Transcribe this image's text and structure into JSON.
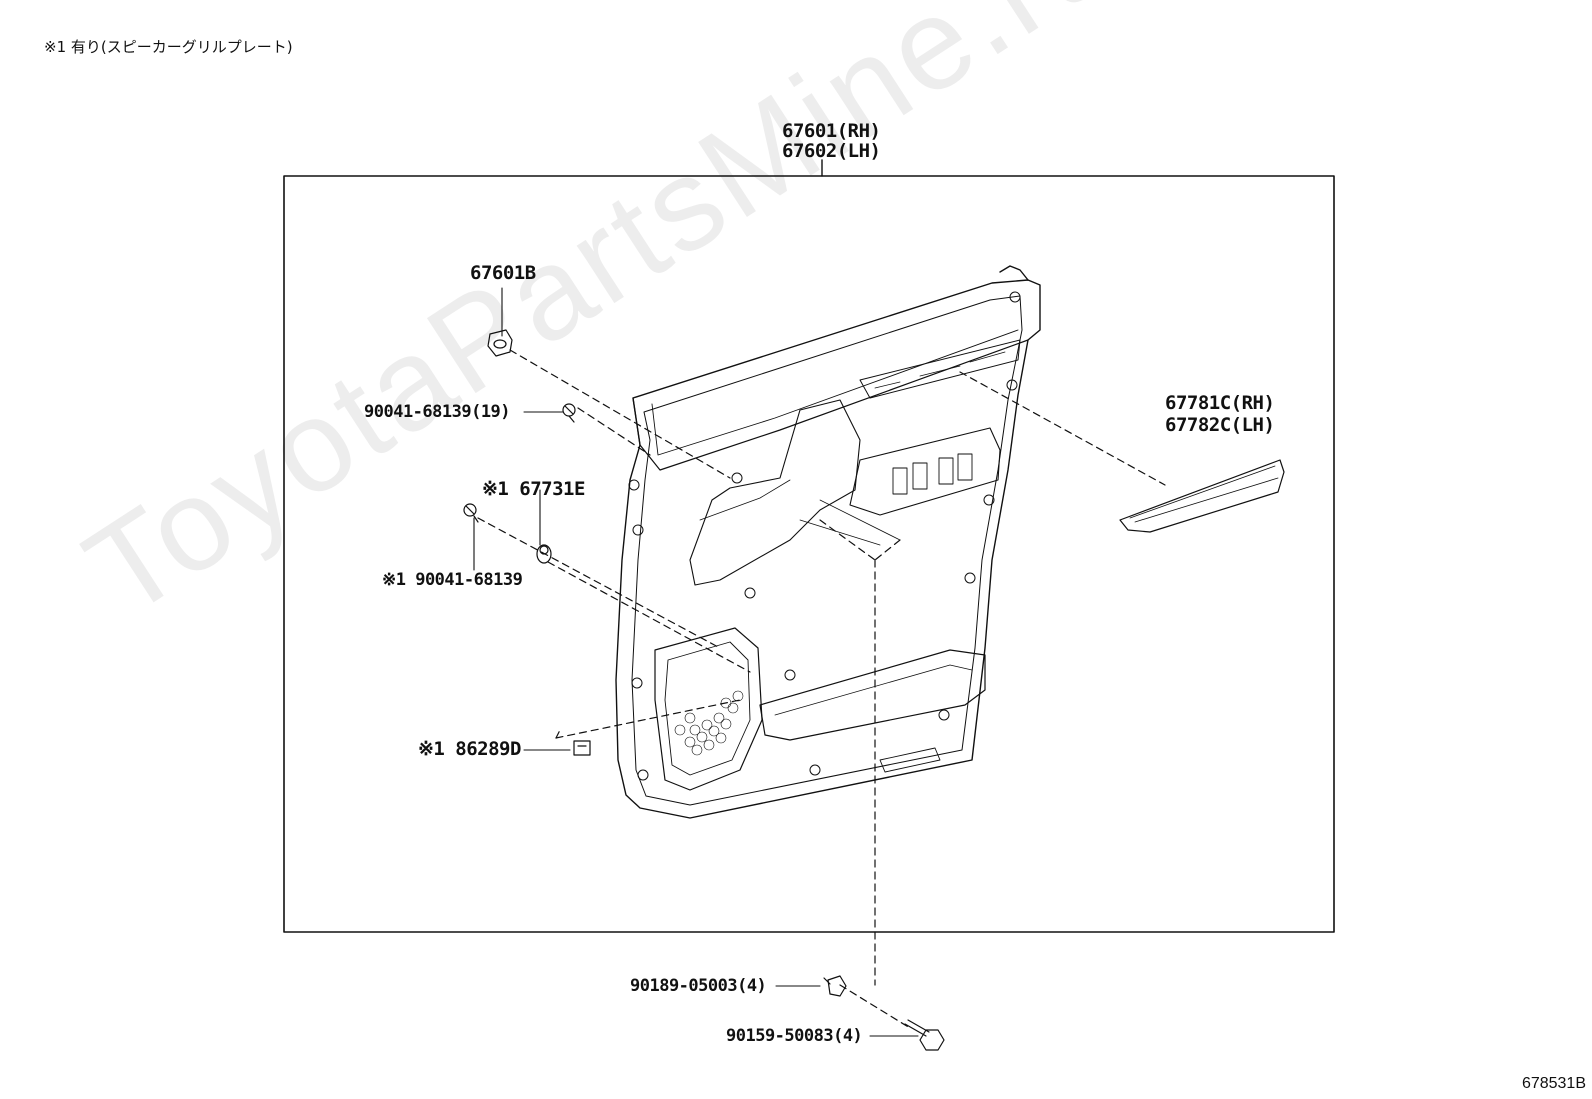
{
  "note": "※1 有り(スピーカーグリルプレート)",
  "diagram_id": "678531B",
  "watermark": "ToyotaPartsMine.ru",
  "labels": {
    "main_part_rh": "67601(RH)",
    "main_part_lh": "67602(LH)",
    "clip_top": "67601B",
    "screw_19": "90041-68139(19)",
    "grille_clip": "※1 67731E",
    "screw_note": "※1 90041-68139",
    "speaker_plate": "※1 86289D",
    "garnish_rh": "67781C(RH)",
    "garnish_lh": "67782C(LH)",
    "clip_bottom": "90189-05003(4)",
    "bolt_bottom": "90159-50083(4)"
  }
}
